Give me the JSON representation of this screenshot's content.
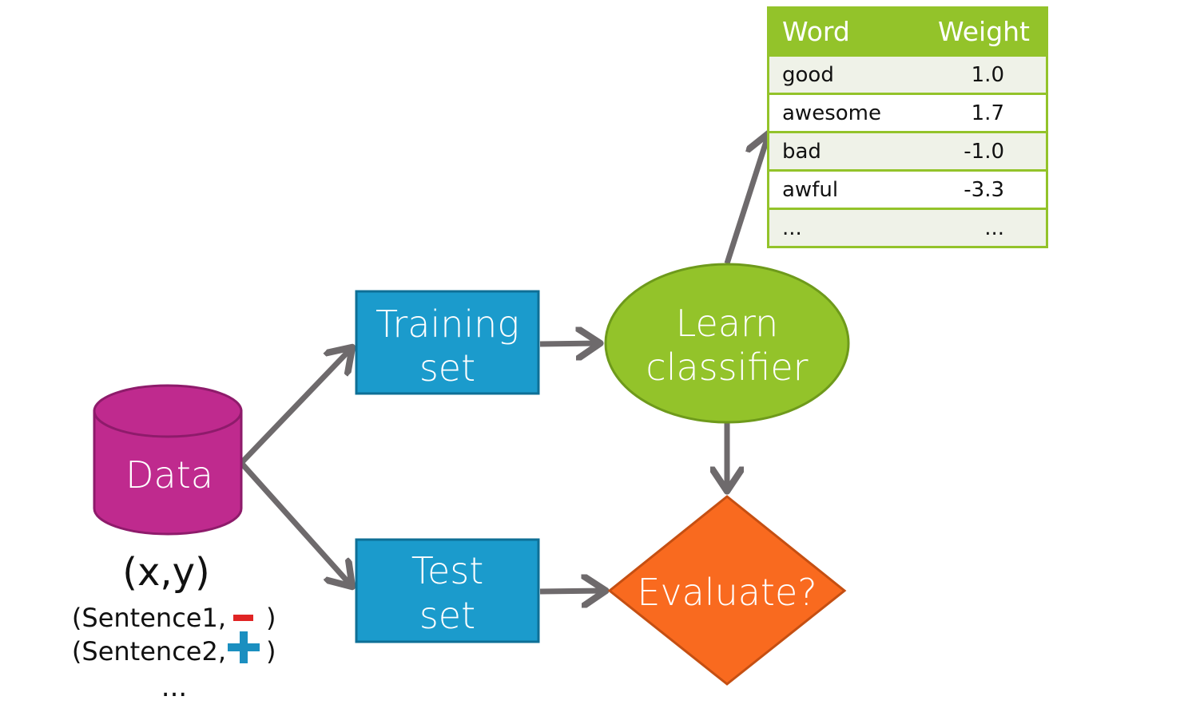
{
  "nodes": {
    "data": "Data",
    "training_line1": "Training",
    "training_line2": "set",
    "test_line1": "Test",
    "test_line2": "set",
    "learn_line1": "Learn",
    "learn_line2": "classifier",
    "evaluate": "Evaluate?"
  },
  "data_examples": {
    "xy": "(x,y)",
    "row1_prefix": "(Sentence1,",
    "row1_suffix": ")",
    "row2_prefix": "(Sentence2,",
    "row2_suffix": ")",
    "ellipsis": "..."
  },
  "table": {
    "headers": [
      "Word",
      "Weight"
    ],
    "rows": [
      {
        "word": "good",
        "weight": "1.0"
      },
      {
        "word": "awesome",
        "weight": "1.7"
      },
      {
        "word": "bad",
        "weight": "-1.0"
      },
      {
        "word": "awful",
        "weight": "-3.3"
      },
      {
        "word": "...",
        "weight": "..."
      }
    ]
  },
  "colors": {
    "data": "#bf2a8e",
    "set_box": "#1b9bcc",
    "learn": "#93c32a",
    "evaluate": "#f96a1f",
    "arrow": "#6e6a6c",
    "minus": "#e02424",
    "plus": "#1b8fc0"
  },
  "icons": {
    "negative": "minus-icon",
    "positive": "plus-icon"
  }
}
